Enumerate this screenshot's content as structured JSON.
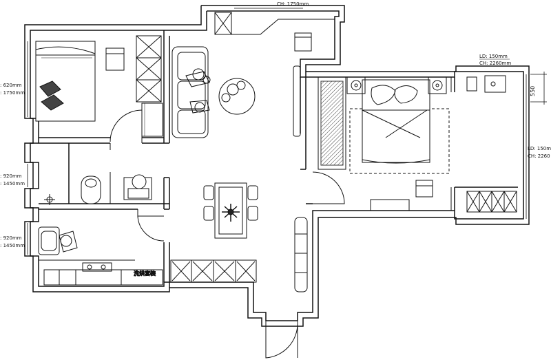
{
  "annotations": {
    "ceiling_top": "CH: 1750mm",
    "right_top_ld": "LD: 150mm",
    "right_top_ch": "CH: 2260mm",
    "right_mid_ld": "LD: 150m",
    "right_mid_ch": "CH: 2260",
    "dimension_550": "550",
    "left_1_ld": ": 620mm",
    "left_1_ch": ": 1750mm",
    "left_2_ld": ": 920mm",
    "left_2_ch": ": 1450mm",
    "left_3_ld": ": 920mm",
    "left_3_ch": ": 1450mm",
    "kitchen_label": "洗烘套装"
  }
}
